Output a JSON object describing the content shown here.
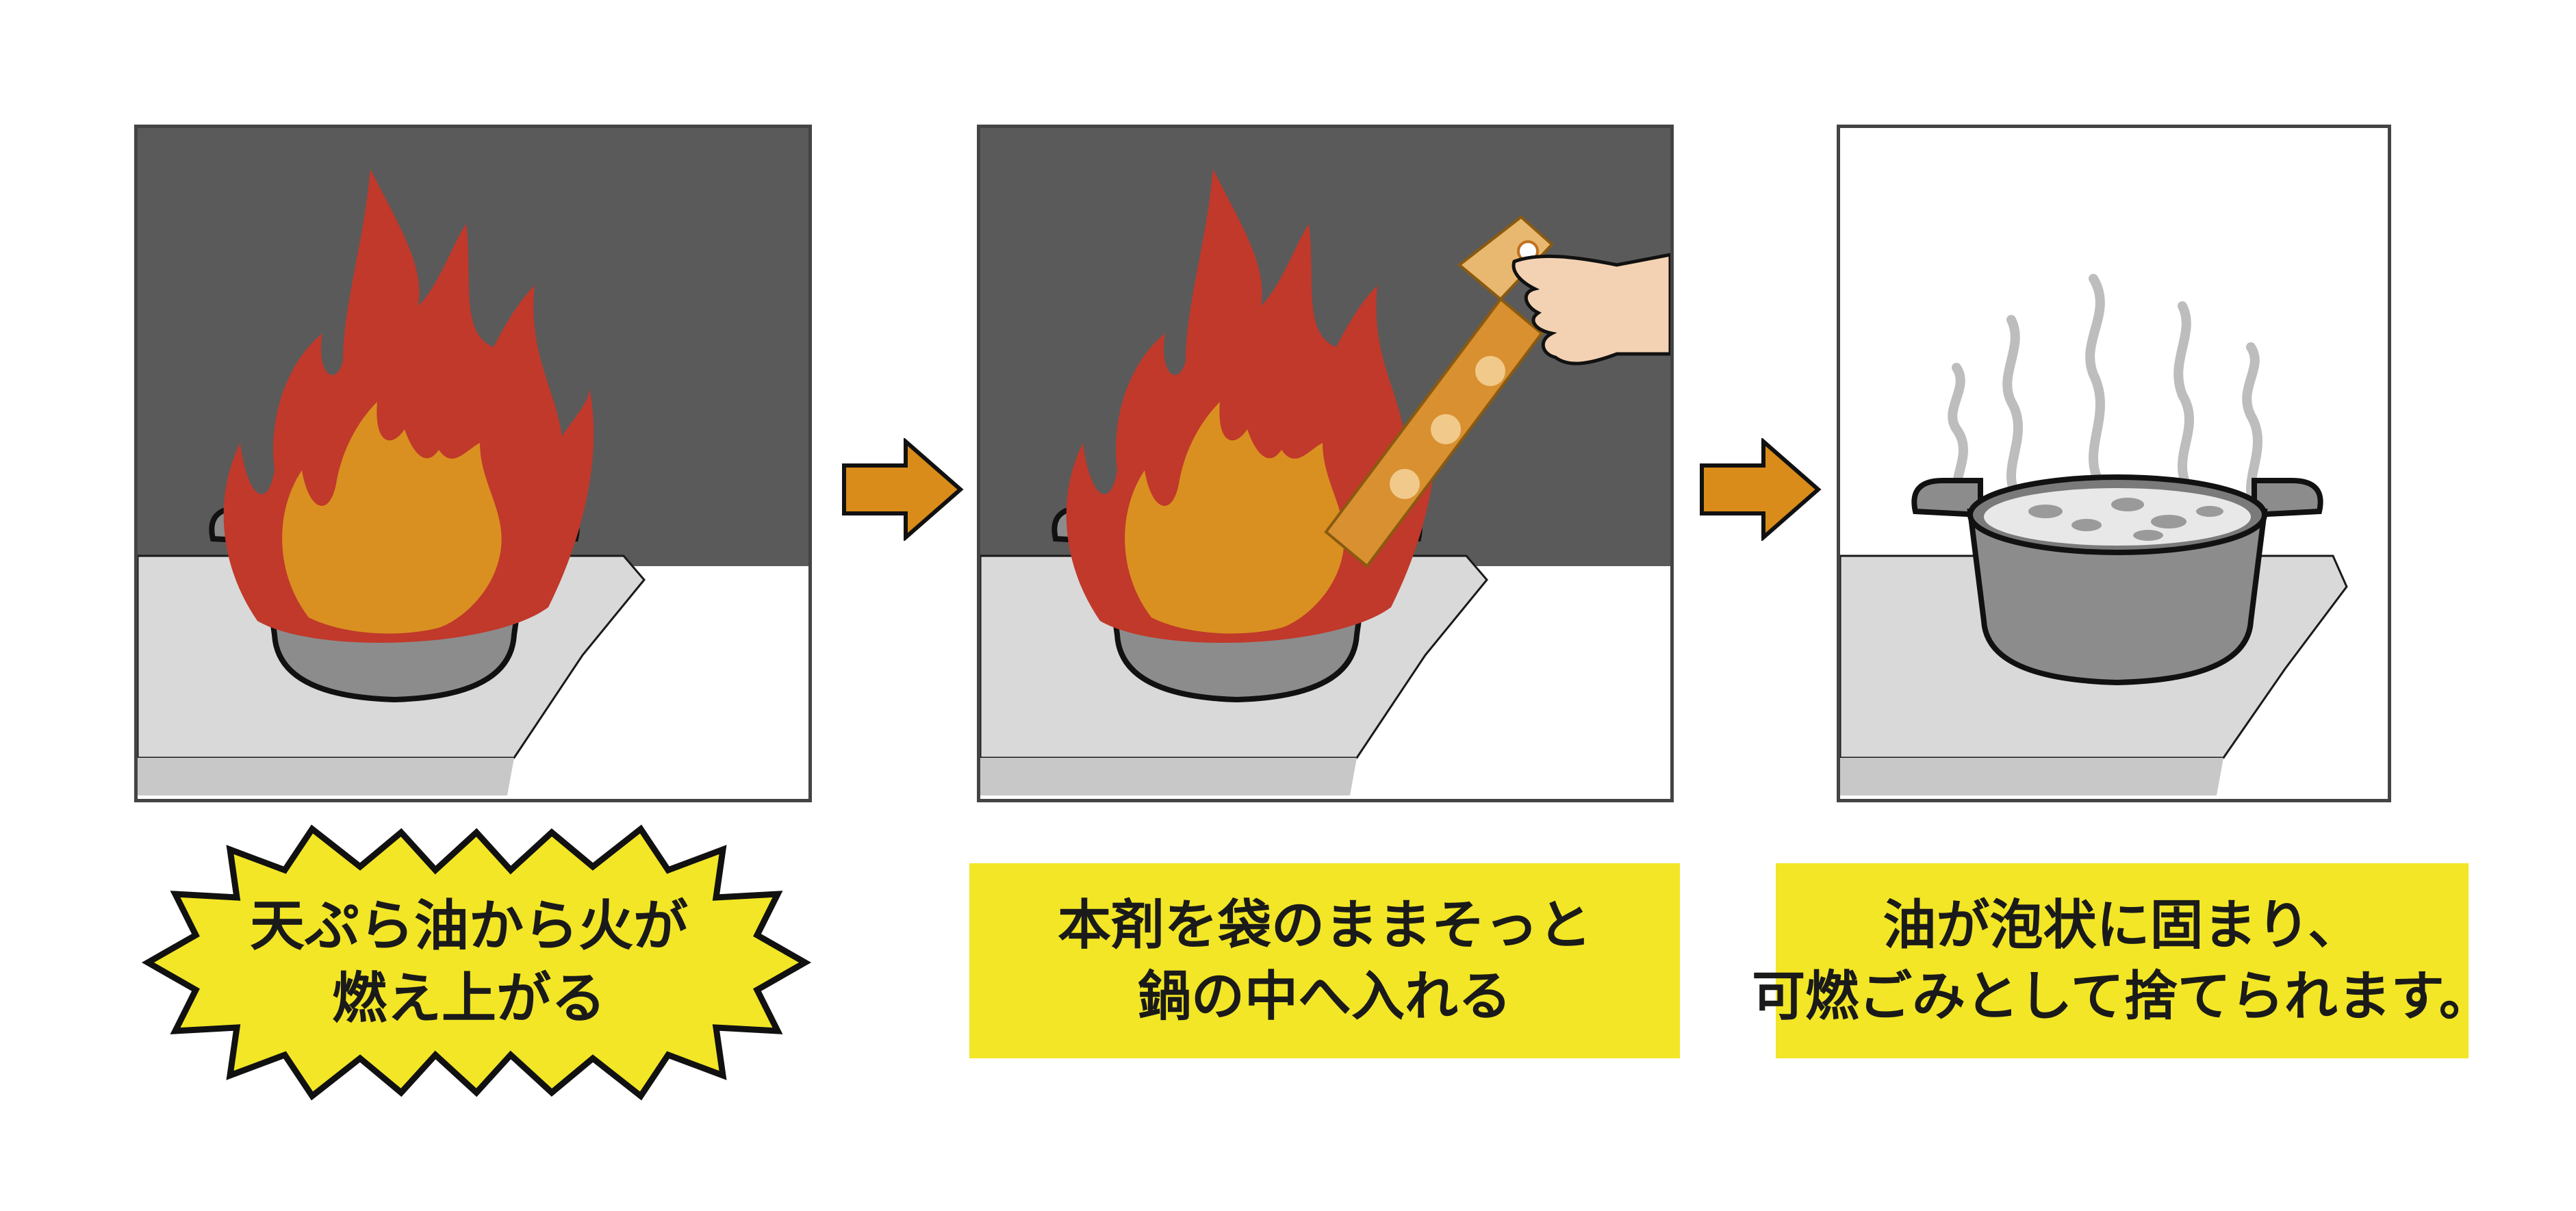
{
  "steps": [
    {
      "caption_line1": "天ぷら油から火が",
      "caption_line2": "燃え上がる"
    },
    {
      "caption_line1": "本剤を袋のままそっと",
      "caption_line2": "鍋の中へ入れる"
    },
    {
      "caption_line1": "油が泡状に固まり、",
      "caption_line2": "可燃ごみとして捨てられます。"
    }
  ],
  "colors": {
    "wall_dark": "#5a5a5a",
    "counter": "#d9d9d9",
    "pot": "#8c8c8c",
    "flame_outer": "#c0392b",
    "flame_inner": "#d99020",
    "arrow": "#d98c1a",
    "caption_bg": "#f2e626",
    "packet": "#d99030",
    "skin": "#f3d2b3",
    "steam": "#bdbdbd"
  },
  "icons": {
    "flow_arrow": "arrow-right-icon",
    "fire": "flame-icon",
    "packet": "extinguisher-packet-icon",
    "steam": "steam-icon"
  }
}
